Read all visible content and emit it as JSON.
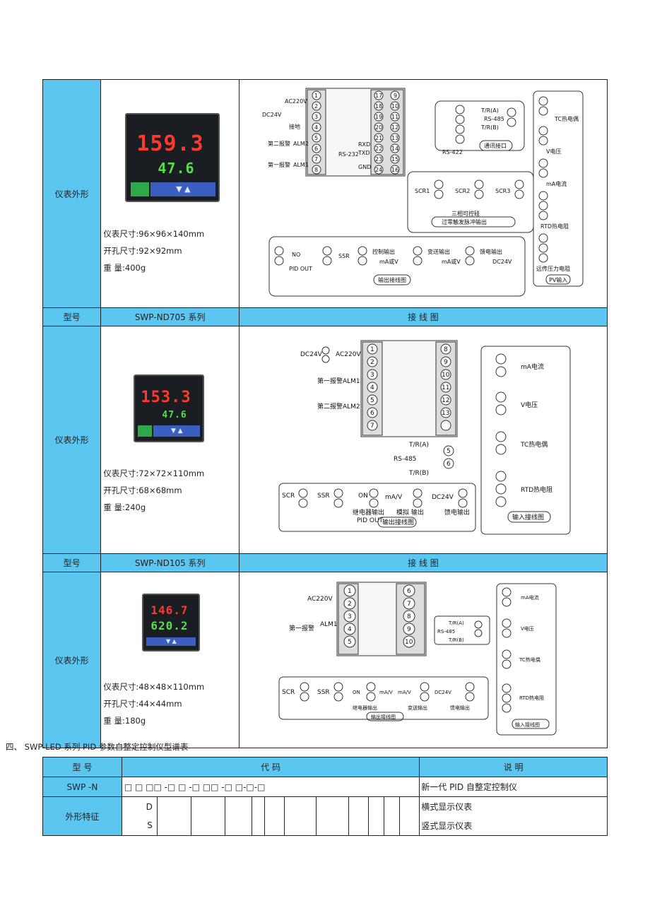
{
  "sections": [
    {
      "appearance_label": "仪表外形",
      "meter": {
        "pv": "159.3",
        "sv": "47.6"
      },
      "dims": "仪表尺寸:96×96×140mm",
      "cutout": "开孔尺寸:92×92mm",
      "weight": "重 量:400g",
      "model_label": "型号",
      "model": "SWP-ND705 系列",
      "wiring_label": "接 线 图"
    },
    {
      "appearance_label": "仪表外形",
      "meter": {
        "pv": "153.3",
        "sv": "47.6"
      },
      "dims": "仪表尺寸:72×72×110mm",
      "cutout": "开孔尺寸:68×68mm",
      "weight": "重 量:240g",
      "model_label": "型号",
      "model": "SWP-ND105 系列",
      "wiring_label": "接 线 图"
    },
    {
      "appearance_label": "仪表外形",
      "meter": {
        "pv": "146.7",
        "sv": "620.2"
      },
      "dims": "仪表尺寸:48×48×110mm",
      "cutout": "开孔尺寸:44×44mm",
      "weight": "重 量:180g"
    }
  ],
  "diagram1": {
    "ac": "AC220V",
    "dc": "DC24V",
    "ground": "接地",
    "alm2": "第二报警",
    "alm2_tag": "ALM2",
    "alm1": "第一报警",
    "alm1_tag": "ALM1",
    "rs232": "RS-232",
    "rxd": "RXD",
    "txd": "TXD",
    "gnd": "GND",
    "rs485": "RS-485",
    "tra": "T/R(A)",
    "trb": "T/R(B)",
    "rs422": "RS-422",
    "comm": "通讯接口",
    "scr1": "SCR1",
    "scr2": "SCR2",
    "scr3": "SCR3",
    "triphase1": "三相可控硅",
    "triphase2": "过零触发脉冲输出",
    "pid_out": "PID OUT",
    "ssr": "SSR",
    "no": "NO",
    "ctrl_out": "控制输出",
    "ma_v": "mA或V",
    "retrans": "变送输出",
    "feed": "馈电输出",
    "dc24v": "DC24V",
    "out_wiring": "输出接线图",
    "tc": "TC热电偶",
    "volt": "V电压",
    "ma": "mA电流",
    "rtd": "RTD热电阻",
    "press": "远传压力电阻",
    "pv_in": "PV输入"
  },
  "diagram2": {
    "dc": "DC24V",
    "ac": "AC220V",
    "alm1": "第一报警",
    "alm1_tag": "ALM1",
    "alm2": "第二报警",
    "alm2_tag": "ALM2",
    "tra": "T/R(A)",
    "rs485": "RS-485",
    "trb": "T/R(B)",
    "ma": "mA电流",
    "volt": "V电压",
    "tc": "TC热电偶",
    "rtd": "RTD热电阻",
    "in_wiring": "输入接线图",
    "scr": "SCR",
    "ssr": "SSR",
    "on": "ON",
    "relay": "继电器输出",
    "pid_out": "PID OUT",
    "ma_v": "mA/V",
    "analog": "模拟 输出",
    "dc24v": "DC24V",
    "feed": "馈电输出",
    "out_wiring": "输出接线图"
  },
  "diagram3": {
    "ac": "AC220V",
    "alm1": "第一报警",
    "alm1_tag": "ALM1",
    "tra": "T/R(A)",
    "rs485": "RS-485",
    "trb": "T/R(B)",
    "ma": "mA电流",
    "volt": "V电压",
    "tc": "TC热电偶",
    "rtd": "RTD热电阻",
    "in_wiring": "输入接线图",
    "scr": "SCR",
    "ssr": "SSR",
    "on": "ON",
    "ma_v": "mA/V",
    "ma_v2": "mA/V",
    "dc24v": "DC24V",
    "relay": "继电器输出",
    "retrans": "变送输出",
    "feed": "馈电输出",
    "out_wiring": "输出接线图"
  },
  "section_heading": "四、 SWP-LED 系列 PID 参数自整定控制仪型谱表",
  "spectrum": {
    "headers": {
      "model": "型 号",
      "code": "代 码",
      "desc": "说 明"
    },
    "row1": {
      "model": "SWP -N",
      "code": "□ □ □□ -□ □ -□ □□ -□ □-□-□",
      "desc": "新一代 PID 自整定控制仪"
    },
    "row2": {
      "label": "外形特征",
      "code_d": "D",
      "code_s": "S",
      "desc_d": "横式显示仪表",
      "desc_s": "竖式显示仪表"
    }
  }
}
